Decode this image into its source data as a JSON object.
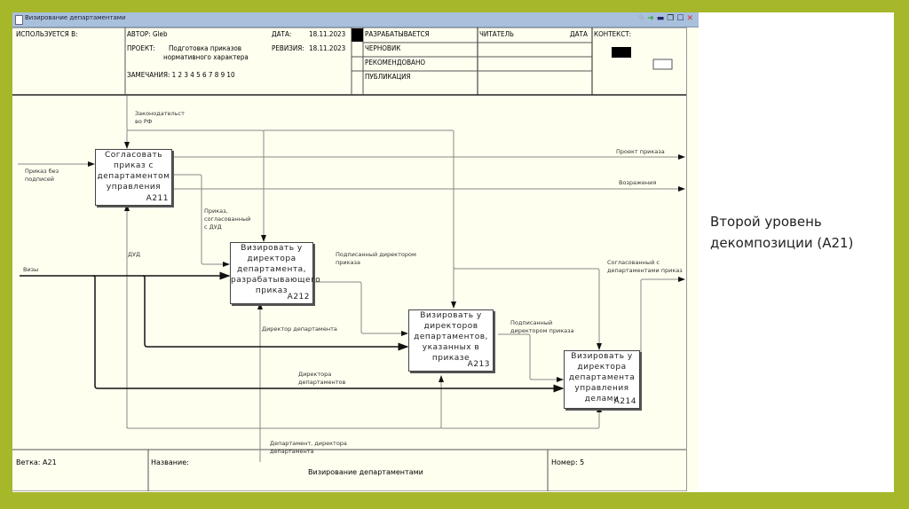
{
  "window": {
    "title": "Визирование департаментами",
    "controls": [
      "pencil-icon",
      "green-arrow-icon",
      "minimize-icon",
      "restore-icon",
      "maximize-icon",
      "close-icon"
    ]
  },
  "header": {
    "used_in": "ИСПОЛЬЗУЕТСЯ В:",
    "author": "АВТОР: Gleb",
    "project_label": "ПРОЕКТ:",
    "project_value": "Подготовка приказов нормативного характера",
    "project_line1": "Подготовка приказов",
    "project_line2": "нормативного характера",
    "notes": "ЗАМЕЧАНИЯ: 1 2 3 4 5 6 7 8 9 10",
    "date_label": "ДАТА:",
    "date_value": "18.11.2023",
    "revision_label": "РЕВИЗИЯ:",
    "revision_value": "18.11.2023",
    "statuses": [
      "РАЗРАБАТЫВАЕТСЯ",
      "ЧЕРНОВИК",
      "РЕКОМЕНДОВАНО",
      "ПУБЛИКАЦИЯ"
    ],
    "active_status": "РАЗРАБАТЫВАЕТСЯ",
    "reader": "ЧИТАТЕЛЬ",
    "reader_date": "ДАТА",
    "context": "КОНТЕКСТ:"
  },
  "diagram": {
    "boxes": [
      {
        "id": "A211",
        "lines": [
          "Согласовать",
          "приказ с",
          "департаментом",
          "управления"
        ]
      },
      {
        "id": "A212",
        "lines": [
          "Визировать у",
          "директора",
          "департамента,",
          "разрабатывающего",
          "приказ"
        ]
      },
      {
        "id": "A213",
        "lines": [
          "Визировать у",
          "директоров",
          "департаментов,",
          "указанных в",
          "приказе"
        ]
      },
      {
        "id": "A214",
        "lines": [
          "Визировать у",
          "директора",
          "департамента",
          "управления",
          "делами"
        ]
      }
    ],
    "arrows": {
      "law": [
        "Законодательст",
        "во РФ"
      ],
      "order_unsigned": [
        "Приказ без",
        "подписей"
      ],
      "project_order": [
        "Проект приказа"
      ],
      "objections": [
        "Возражения"
      ],
      "order_agreed_dud": [
        "Приказ,",
        "согласованный",
        "с ДУД"
      ],
      "dud": [
        "ДУД"
      ],
      "visas": [
        "Визы"
      ],
      "signed_by_director_1": [
        "Подписанный директором",
        "приказа"
      ],
      "signed_by_director_2": [
        "Подписанный",
        "директором приказа"
      ],
      "agreed_order": [
        "Согласованный с",
        "департаментами приказ"
      ],
      "dept_director": [
        "Директор департамента"
      ],
      "dept_directors": [
        "Директора",
        "департаментов"
      ],
      "dept_and_director": [
        "Департамент, директора",
        "департамента"
      ]
    }
  },
  "footer": {
    "node": "Ветка: A21",
    "name_label": "Название:",
    "name_value": "Визирование департаментами",
    "number": "Номер: 5"
  },
  "slide_caption": {
    "line1": "Второй уровень",
    "line2": "декомпозиции (А21)"
  }
}
